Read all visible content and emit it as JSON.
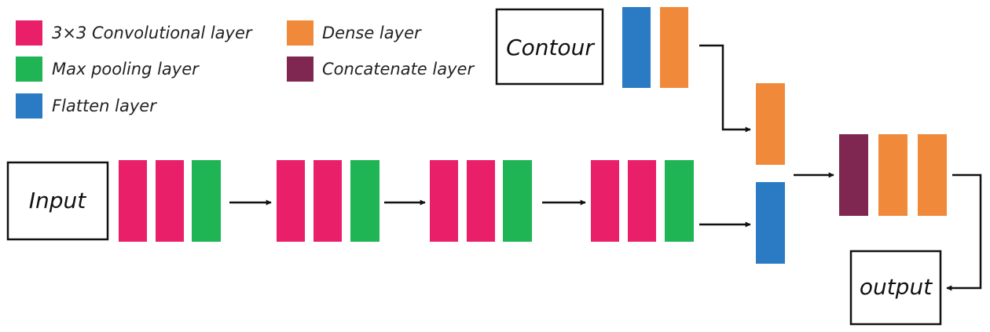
{
  "colors": {
    "conv": "#ea1f6a",
    "pool": "#1fb454",
    "flatten": "#2a7bc4",
    "dense": "#f08a3a",
    "concat": "#7f2750",
    "stroke": "#111111"
  },
  "legend": {
    "conv": "3×3 Convolutional layer",
    "pool": "Max pooling layer",
    "flatten": "Flatten layer",
    "dense": "Dense layer",
    "concat": "Concatenate layer"
  },
  "nodes": {
    "input": "Input",
    "contour": "Contour",
    "output": "output"
  }
}
